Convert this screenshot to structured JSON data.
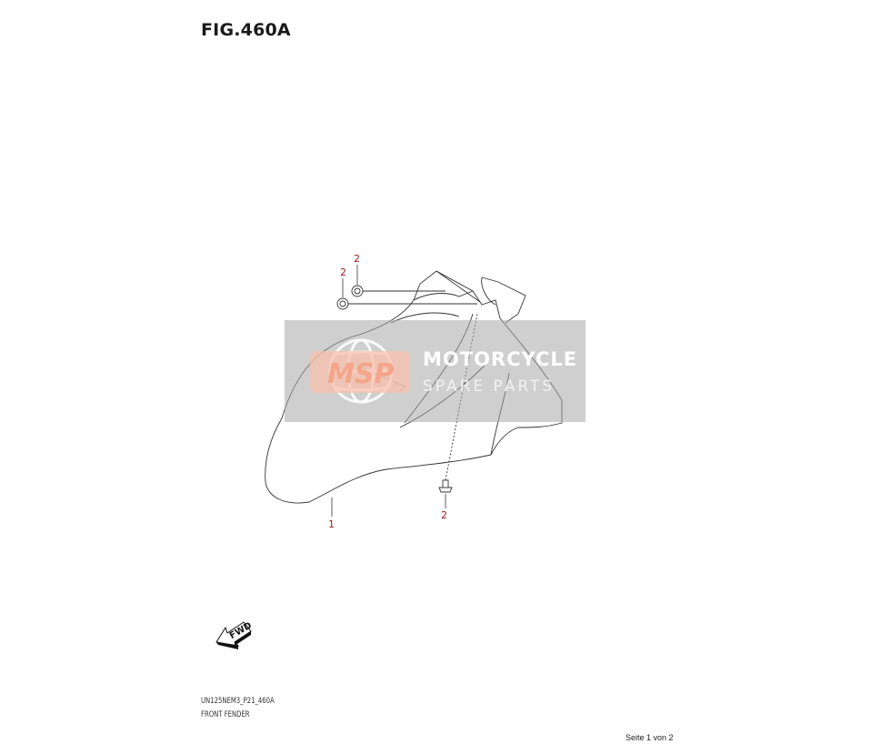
{
  "figure": {
    "title": "FIG.460A",
    "diagram_code": "UN125NEM3_P21_460A",
    "section_name": "FRONT FENDER"
  },
  "callouts": {
    "fender": "1",
    "bolt_top": "2",
    "bolt_left": "2",
    "bolt_bottom": "2"
  },
  "direction_marker": {
    "label": "FWD",
    "icon": "arrow-icon"
  },
  "watermark": {
    "logo_text": "MSP",
    "line1": "MOTORCYCLE",
    "line2": "SPARE PARTS",
    "icon": "globe-icon",
    "logo_color": "#f4a58a",
    "band_color": "#a8a8a8"
  },
  "footer": {
    "page_label": "Seite 1 von 2"
  },
  "colors": {
    "callout": "#9a1a1a",
    "line": "#333333"
  }
}
